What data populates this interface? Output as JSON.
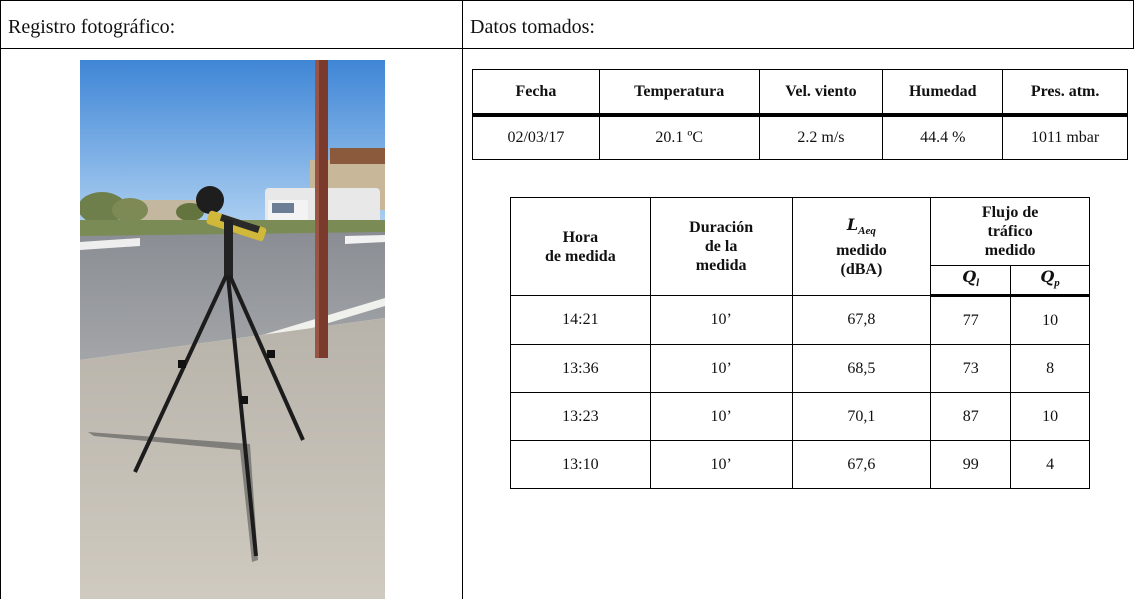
{
  "header": {
    "left_title": "Registro fotográfico:",
    "right_title": "Datos tomados:"
  },
  "photo": {
    "icon": "tripod-sound-meter-photo"
  },
  "conditions_table": {
    "headers": [
      "Fecha",
      "Temperatura",
      "Vel. viento",
      "Humedad",
      "Pres. atm."
    ],
    "row": [
      "02/03/17",
      "20.1 ºC",
      "2.2 m/s",
      "44.4 %",
      "1011 mbar"
    ]
  },
  "measurements_table": {
    "col_hora": "Hora\nde medida",
    "col_duracion": "Duración\nde la\nmedida",
    "col_laeq_symbol": "L",
    "col_laeq_sub": "Aeq",
    "col_laeq_rest": "medido\n(dBA)",
    "col_flujo": "Flujo de\ntráfico\nmedido",
    "col_ql_symbol": "Q",
    "col_ql_sub": "l",
    "col_qp_symbol": "Q",
    "col_qp_sub": "p",
    "rows": [
      [
        "14:21",
        "10’",
        "67,8",
        "77",
        "10"
      ],
      [
        "13:36",
        "10’",
        "68,5",
        "73",
        "8"
      ],
      [
        "13:23",
        "10’",
        "70,1",
        "87",
        "10"
      ],
      [
        "13:10",
        "10’",
        "67,6",
        "99",
        "4"
      ]
    ]
  }
}
